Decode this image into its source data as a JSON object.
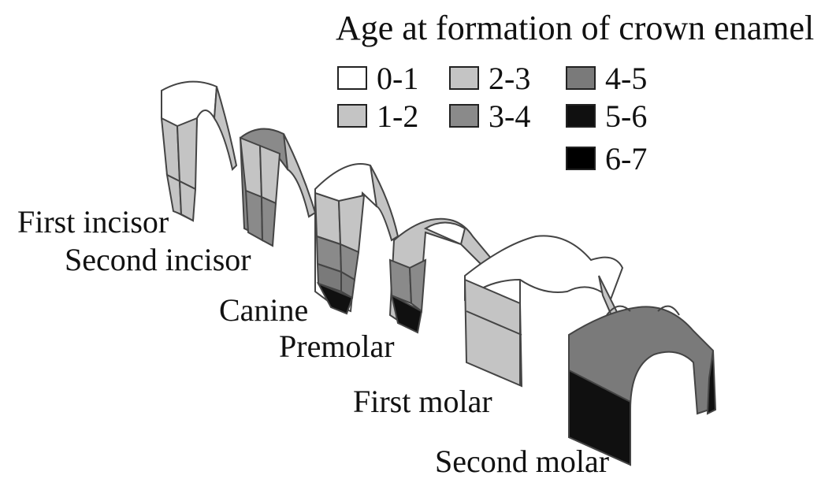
{
  "legend": {
    "title": "Age at formation of crown enamel",
    "items": [
      {
        "label": "0-1",
        "color": "#ffffff"
      },
      {
        "label": "1-2",
        "color": "#c4c4c4"
      },
      {
        "label": "2-3",
        "color": "#c4c4c4"
      },
      {
        "label": "3-4",
        "color": "#8a8a8a"
      },
      {
        "label": "4-5",
        "color": "#7a7a7a"
      },
      {
        "label": "5-6",
        "color": "#101010"
      },
      {
        "label": "6-7",
        "color": "#000000"
      }
    ]
  },
  "teeth": [
    {
      "label": "First incisor"
    },
    {
      "label": "Second incisor"
    },
    {
      "label": "Canine"
    },
    {
      "label": "Premolar"
    },
    {
      "label": "First molar"
    },
    {
      "label": "Second molar"
    }
  ]
}
